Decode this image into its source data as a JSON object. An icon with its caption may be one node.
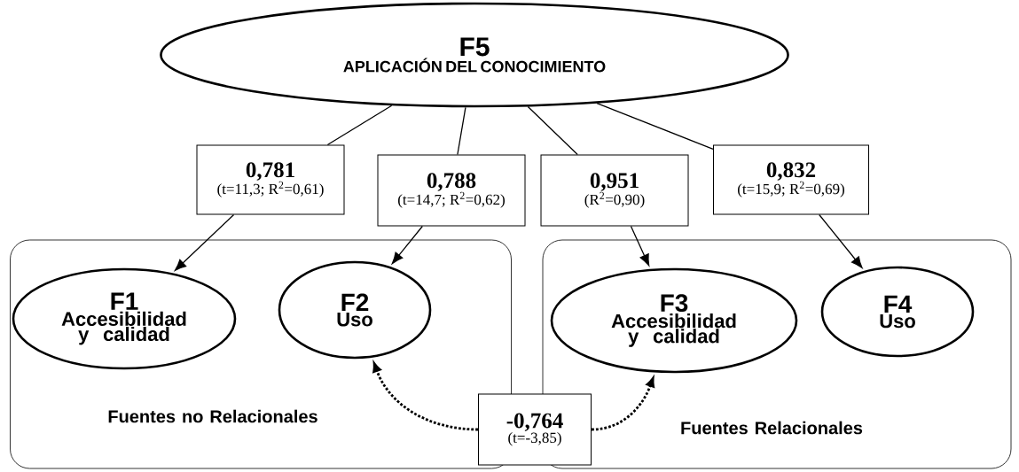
{
  "diagram": {
    "nodes": [
      {
        "text": [
          "F5",
          "APLICACIÓN DEL CONOCIMIENTO"
        ]
      },
      {
        "text": [
          "0,781",
          "(t=11,3; R$^{2}$=0,61)"
        ]
      },
      {
        "text": [
          "0,788",
          "(t=14,7; R$^{2}$=0,62)"
        ]
      },
      {
        "text": [
          "0,951",
          "(R$^{2}$=0,90)"
        ]
      },
      {
        "text": [
          "0,832",
          "(t=15,9; R$^{2}$=0,69)"
        ]
      },
      {
        "text": [
          "Fuentes no Relacionales"
        ]
      },
      {
        "text": [
          "F1",
          "Accesibilidad y calidad"
        ],
        "in": 5
      },
      {
        "text": [
          "F2",
          "Uso"
        ],
        "in": 5
      },
      {
        "text": [
          "Fuentes Relacionales"
        ]
      },
      {
        "text": [
          "F3",
          "Accesibilidad y calidad"
        ],
        "in": 8
      },
      {
        "text": [
          "F4",
          "Uso"
        ],
        "in": 8
      },
      {
        "text": [
          "-0,764",
          "(t=-3,85)"
        ]
      }
    ],
    "edges": [
      {
        "from": 0,
        "to": 1,
        "arrow": "none"
      },
      {
        "from": 1,
        "to": 6,
        "arrow": "to"
      },
      {
        "from": 0,
        "to": 2,
        "arrow": "none"
      },
      {
        "from": 2,
        "to": 7,
        "arrow": "to"
      },
      {
        "from": 0,
        "to": 3,
        "arrow": "none"
      },
      {
        "from": 3,
        "to": 9,
        "arrow": "to"
      },
      {
        "from": 0,
        "to": 4,
        "arrow": "none"
      },
      {
        "from": 4,
        "to": 10,
        "arrow": "to"
      },
      {
        "from": 11,
        "to": 7,
        "arrow": "to",
        "style": "dashed"
      },
      {
        "from": 11,
        "to": 9,
        "arrow": "to",
        "style": "dashed"
      }
    ]
  }
}
